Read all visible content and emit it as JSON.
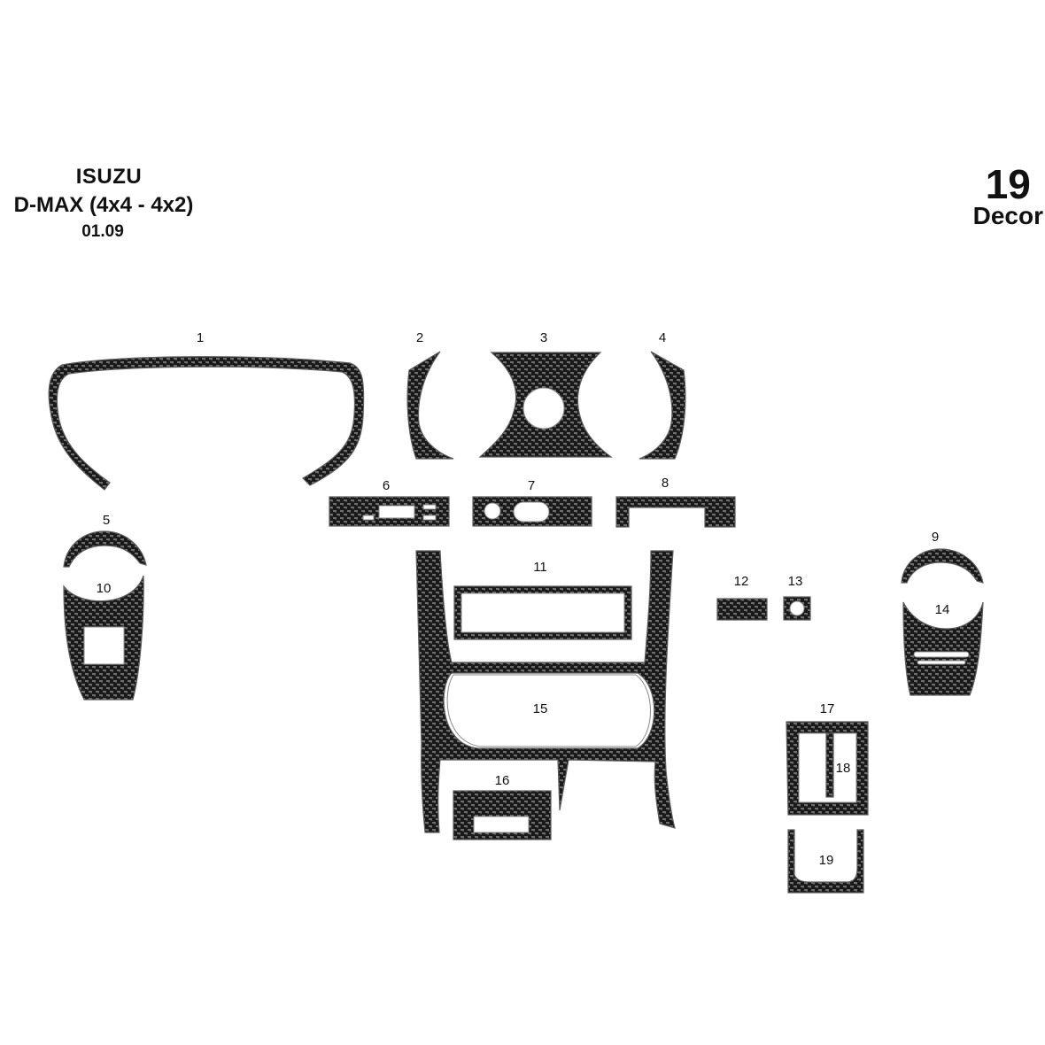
{
  "header": {
    "brand": "ISUZU",
    "model": "D-MAX (4x4 - 4x2)",
    "date": "01.09",
    "set_number": "19",
    "set_name": "Decor"
  },
  "parts": [
    {
      "number": "1"
    },
    {
      "number": "2"
    },
    {
      "number": "3"
    },
    {
      "number": "4"
    },
    {
      "number": "5"
    },
    {
      "number": "6"
    },
    {
      "number": "7"
    },
    {
      "number": "8"
    },
    {
      "number": "9"
    },
    {
      "number": "10"
    },
    {
      "number": "11"
    },
    {
      "number": "12"
    },
    {
      "number": "13"
    },
    {
      "number": "14"
    },
    {
      "number": "15"
    },
    {
      "number": "16"
    },
    {
      "number": "17"
    },
    {
      "number": "18"
    },
    {
      "number": "19"
    }
  ],
  "colors": {
    "carbon_dark": "#1a1a1a",
    "carbon_light": "#6e6e6e",
    "background": "#ffffff",
    "text": "#111111"
  }
}
